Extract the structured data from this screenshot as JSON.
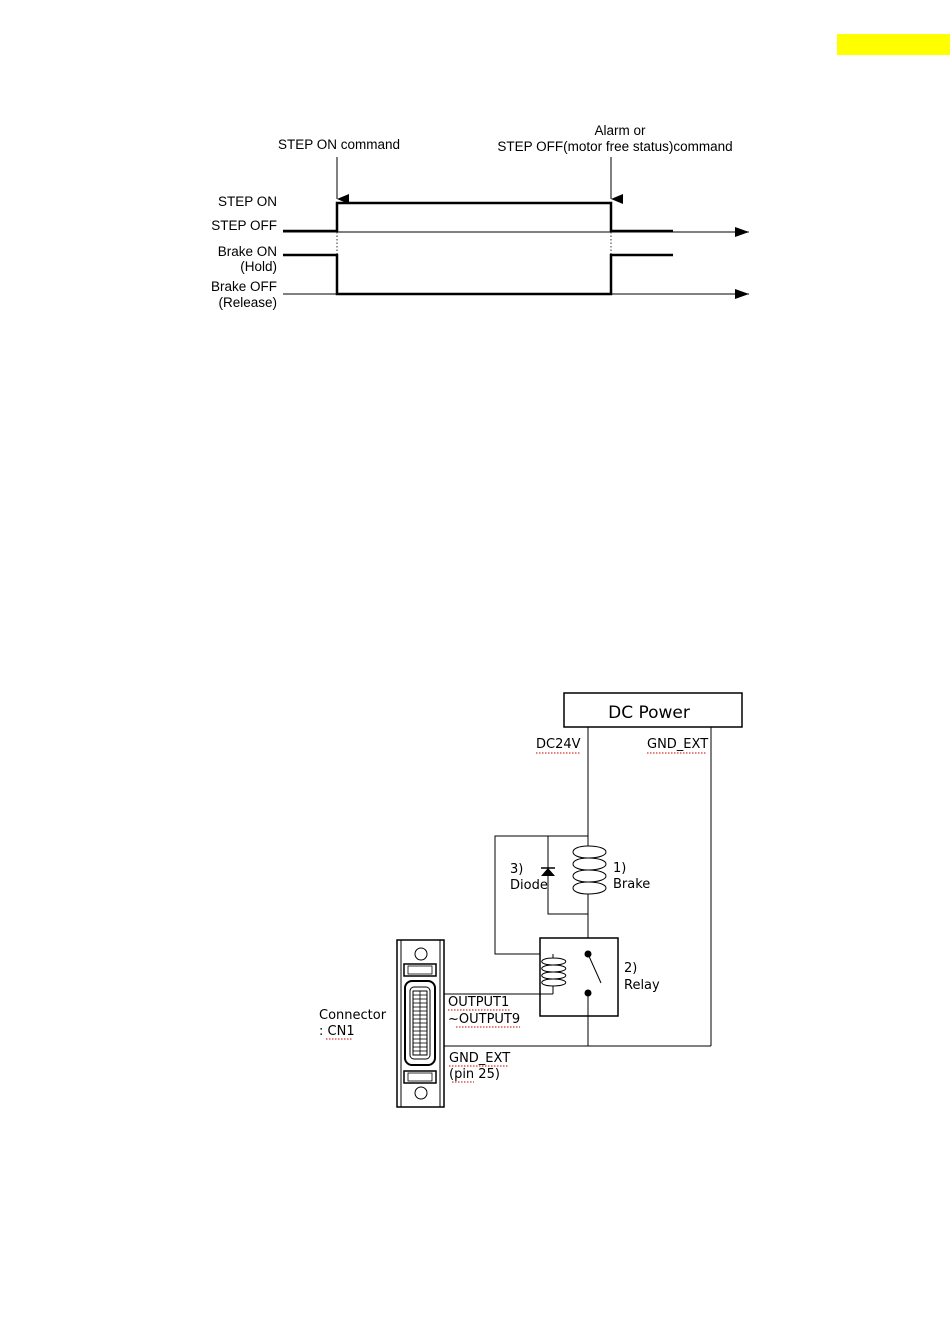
{
  "colors": {
    "highlight": "#ffff00",
    "ink": "#000000",
    "spellcheck": "#d00000"
  },
  "timing": {
    "step_on_command": "STEP ON command",
    "alarm_line1": "Alarm or",
    "alarm_line2": "STEP OFF(motor free status)command",
    "step_on": "STEP ON",
    "step_off": "STEP OFF",
    "brake_on": "Brake ON",
    "hold": "(Hold)",
    "brake_off": "Brake OFF",
    "release": "(Release)"
  },
  "wiring": {
    "dc_power": "DC Power",
    "dc24v": "DC24V",
    "gnd_ext_top": "GND_EXT",
    "diode_num": "3)",
    "diode": "Diode",
    "brake_num": "1)",
    "brake": "Brake",
    "relay_num": "2)",
    "relay": "Relay",
    "output_line1": "OUTPUT1",
    "output_line2": "~OUTPUT9",
    "connector": "Connector",
    "cn1": ": CN1",
    "gnd_ext_pin": "GND_EXT",
    "pin25": "(pin 25)"
  }
}
